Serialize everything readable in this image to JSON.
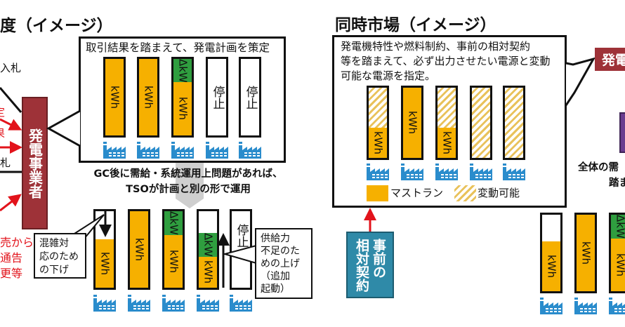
{
  "left": {
    "title": "度（イメージ）",
    "generator_label": "発電事業者",
    "edge_labels": [
      "入札",
      "札",
      "定",
      "果"
    ],
    "red_notes": [
      "売から",
      "通告",
      "更等"
    ],
    "plan_caption": "取引結果を踏まえて、発電計画を策定",
    "plan_bars": [
      {
        "label": "kWh"
      },
      {
        "label": "kWh"
      },
      {
        "label": "kWh",
        "reserve": "ΔkW"
      },
      {
        "label": "停止"
      },
      {
        "label": "停止"
      }
    ],
    "gc_text": [
      "GC後に需給・系統運用上問題があれば、",
      "TSOが計画と別の形で運用"
    ],
    "ops_bars": [
      {
        "label": "kWh"
      },
      {
        "label": "kWh"
      },
      {
        "label": "kWh",
        "reserve": "ΔkW"
      },
      {
        "label": "kWh",
        "reserve": "ΔkW"
      },
      {
        "label": "停止"
      }
    ],
    "note_down": [
      "混雑対",
      "応のため",
      "の下げ"
    ],
    "note_up": [
      "供給力",
      "不足のた",
      "めの上げ",
      "（追加",
      "起動）"
    ]
  },
  "right": {
    "title": "同時市場（イメージ）",
    "callout_text": [
      "発電機特性や燃料制約、事前の相対契約",
      "等を踏まえて、必ず出力させたい電源と変動",
      "可能な電源を指定。"
    ],
    "bars": [
      {
        "label": "kWh"
      },
      {
        "label": "kWh"
      },
      {
        "label": "kWh"
      },
      {
        "label": ""
      },
      {
        "label": ""
      }
    ],
    "legend": {
      "must_run": "マストラン",
      "variable": "変動可能"
    },
    "contract_label": [
      "事前の",
      "相対契約"
    ],
    "generator_label": "発電",
    "demand_text": [
      "全体の需",
      "踏ま"
    ],
    "bottom_bars": [
      {
        "label": "kWh"
      },
      {
        "label": "kWh"
      },
      {
        "label": "kWh",
        "reserve": "ΔkW"
      }
    ]
  },
  "colors": {
    "kwh": "#f6b000",
    "reserve": "#2f9e3f",
    "generator": "#9e3238",
    "contract": "#2f8aa8",
    "factory": "#2a8ccc",
    "tso": "#6a3d8f"
  }
}
